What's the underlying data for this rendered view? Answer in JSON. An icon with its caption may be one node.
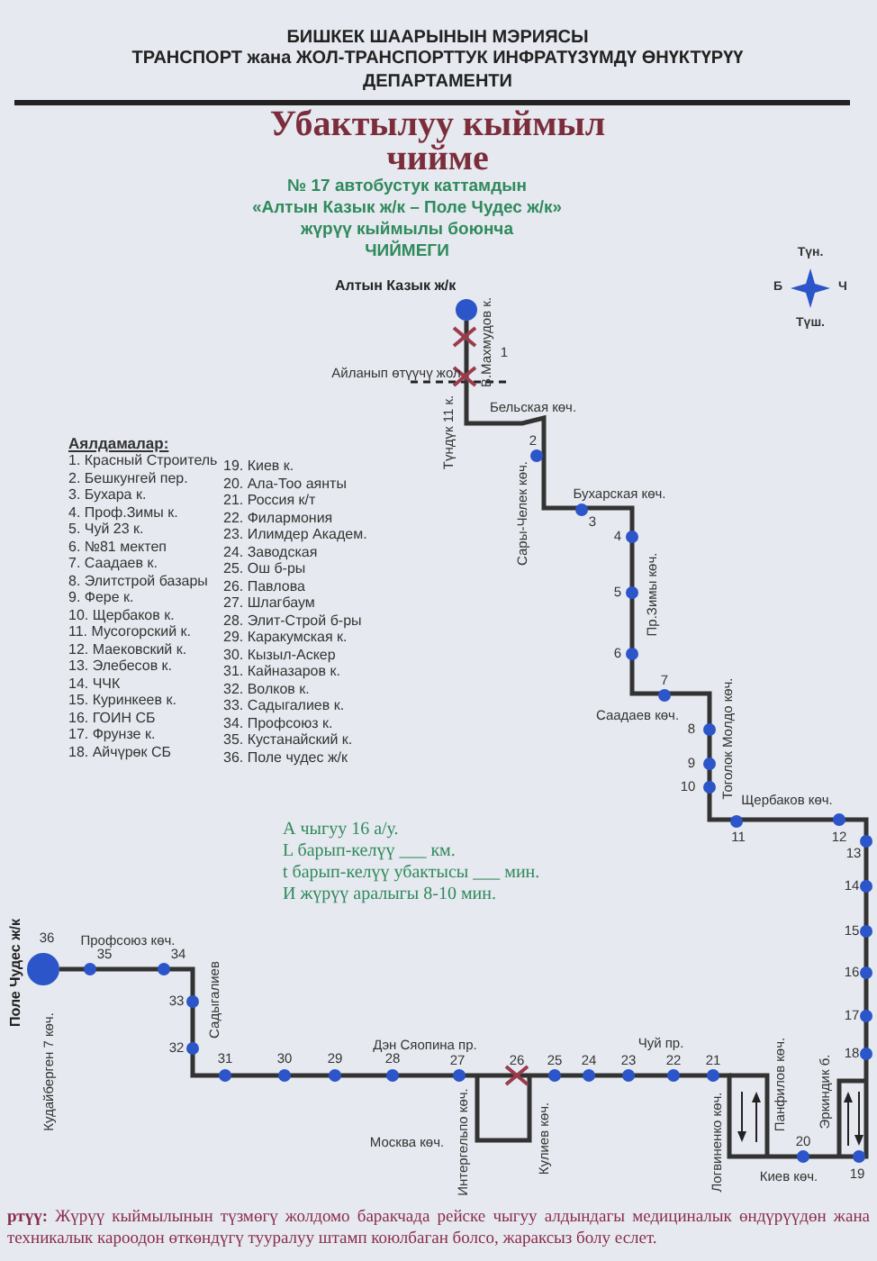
{
  "diagram": {
    "title": "Убактылуу кыймыл чийме",
    "nodes": [
      {
        "text": [
          "Алтын Казык ж/к"
        ]
      },
      {
        "text": [
          "Поле Чудес ж/к"
        ]
      }
    ],
    "edges": [
      {
        "from": 0,
        "to": 1,
        "arrow": "none"
      }
    ],
    "labels": [
      "БИШКЕК ШААРЫНЫН МЭРИЯСЫ",
      "ТРАНСПОРТ жана ЖОЛ-ТРАНСПОРТТУК ИНФРАТҮЗҮМДҮ ӨНҮКТҮРҮҮ ДЕПАРТАМЕНТИ",
      "№ 17  автобустук каттамдын",
      "«Алтын Казык ж/к  – Поле Чудес ж/к»",
      "жүрүү кыймылы боюнча",
      "ЧИЙМЕГИ",
      "Түн.",
      "Б",
      "Ч",
      "Түш.",
      "Айланып өтүүчү жол",
      "В.Махмудов к.",
      "1",
      "Түндүк 11 к.",
      "Бельская көч.",
      "2",
      "Сары-Челек көч.",
      "Бухарская көч.",
      "3",
      "4",
      "5",
      "6",
      "Пр.Зимы көч.",
      "7",
      "Саадаев көч.",
      "8",
      "9",
      "10",
      "Тоголок Молдо көч.",
      "Щербаков көч.",
      "11",
      "12",
      "13",
      "14",
      "15",
      "16",
      "17",
      "18",
      "Аялдамалар:",
      "1. Красный Строитель",
      "2. Бешкунгей пер.",
      "3. Бухара к.",
      "4. Проф.Зимы к.",
      "5. Чуй 23 к.",
      "6. №81 мектеп",
      "7. Саадаев к.",
      "8. Элитстрой базары",
      "9. Фере к.",
      "10. Щербаков к.",
      "11. Мусогорский к.",
      "12. Маековский к.",
      "13. Элебесов к.",
      "14. ЧЧК",
      "15. Куринкеев к.",
      "16. ГОИН СБ",
      "17. Фрунзе к.",
      "18. Айчүрөк СБ",
      "19. Киев к.",
      "20. Ала-Тоо аянты",
      "21. Россия к/т",
      "22. Филармония",
      "23. Илимдер Академ.",
      "24. Заводская",
      "25. Ош б-ры",
      "26. Павлова",
      "27. Шлагбаум",
      "28. Элит-Строй б-ры",
      "29. Каракумская к.",
      "30. Кызыл-Аскер",
      "31. Кайназаров к.",
      "32. Волков к.",
      "33. Садыгалиев к.",
      "34. Профсоюз к.",
      "35. Кустанайский к.",
      "36. Поле чудес ж/к",
      "А чыгуу  16  а/у.",
      "L барып-келүү ___ км.",
      "t барып-келүү убактысы ___ мин.",
      "И жүрүү аралыгы  8-10 мин.",
      "36",
      "Профсоюз  көч.",
      "35",
      "34",
      "Кудайберген 7 көч.",
      "Садыгалиев",
      "33",
      "32",
      "Дэн Сяопина пр.",
      "31",
      "30",
      "29",
      "28",
      "27",
      "26",
      "25",
      "24",
      "23",
      "22",
      "21",
      "Чуй пр.",
      "Панфилов көч.",
      "Эркиндик б.",
      "Москва көч.",
      "Интергельпо көч.",
      "Кулиев көч.",
      "Логвиненко көч.",
      "20",
      "Киев көч.",
      "19",
      "**ртүү:** Жүрүү кыймылынын түзмөгү жолдомо баракчада рейске чыгуу алдындагы медициналык өндүрүүдөн жана техникалык кароодон өткөндүгү тууралуу штамп коюлбаган болсо, жараксыз болу еслет."
    ]
  }
}
